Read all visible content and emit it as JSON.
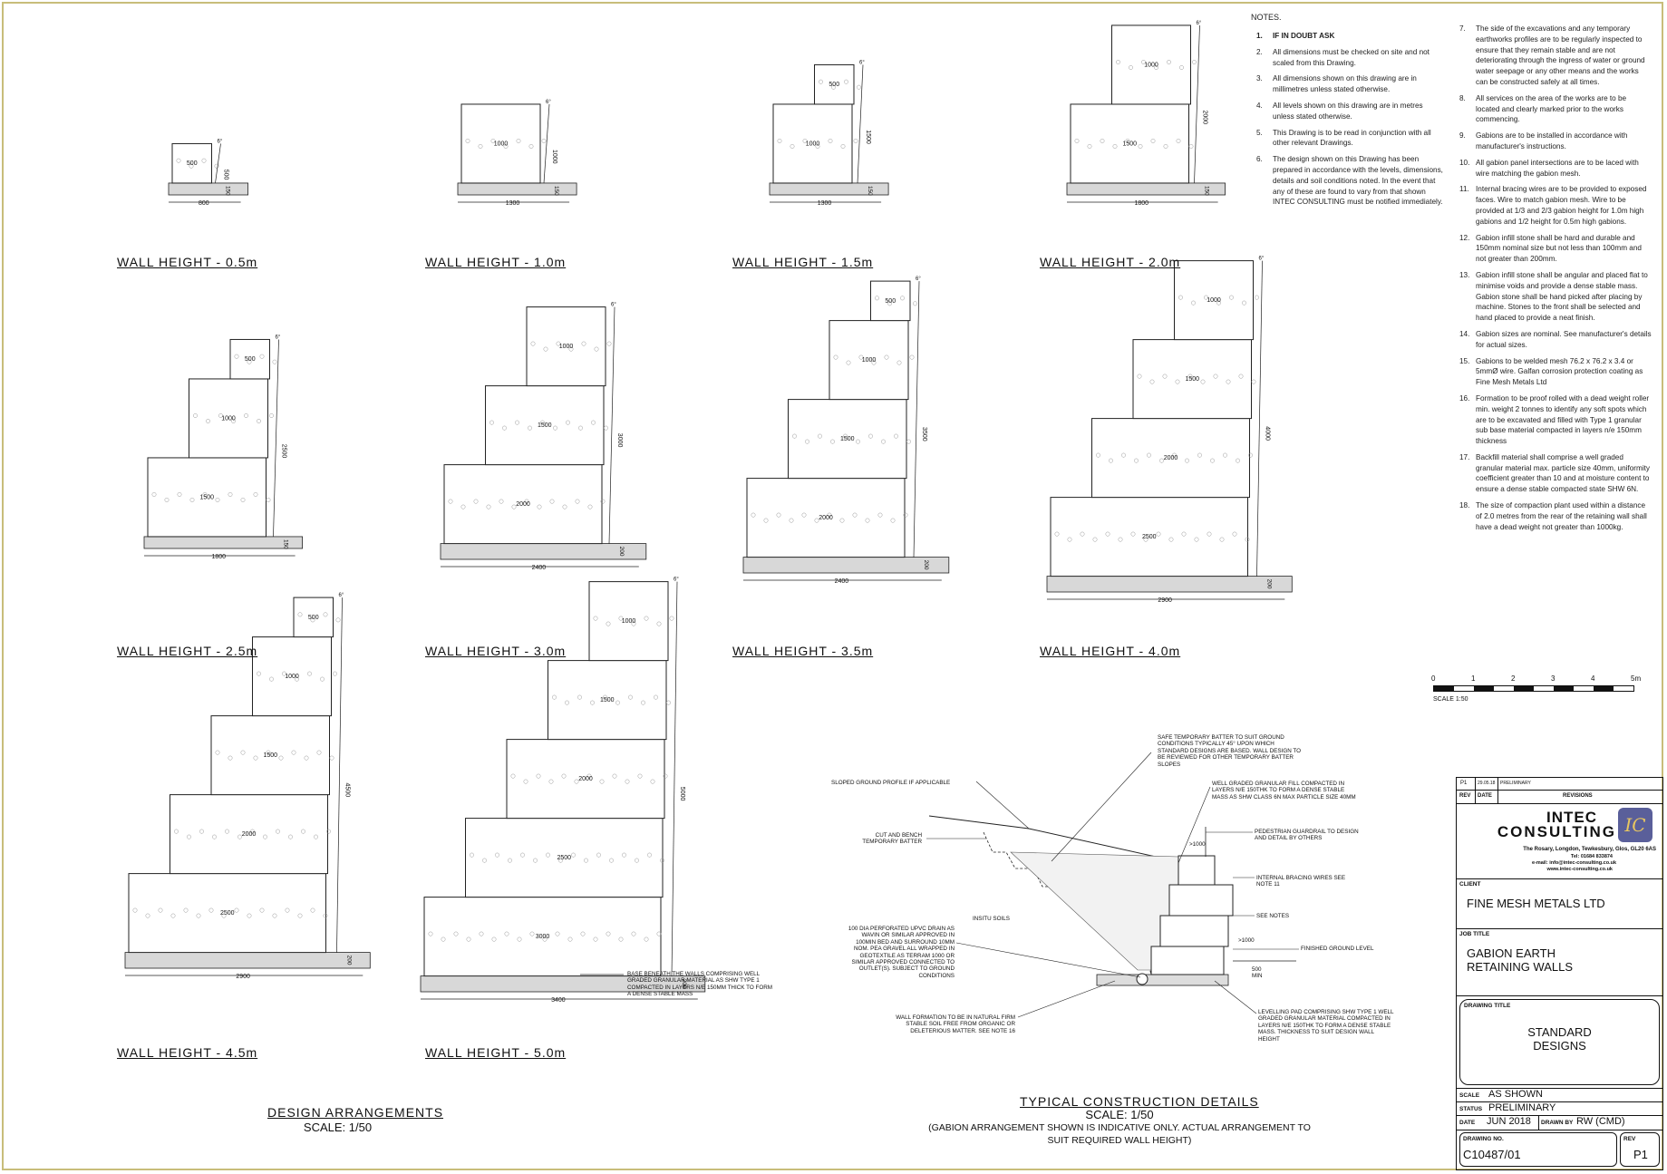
{
  "drawing": {
    "captions": [
      "WALL HEIGHT - 0.5m",
      "WALL HEIGHT - 1.0m",
      "WALL HEIGHT - 1.5m",
      "WALL HEIGHT - 2.0m",
      "WALL HEIGHT - 2.5m",
      "WALL HEIGHT - 3.0m",
      "WALL HEIGHT - 3.5m",
      "WALL HEIGHT - 4.0m",
      "WALL HEIGHT - 4.5m",
      "WALL HEIGHT - 5.0m"
    ],
    "walls": [
      {
        "height_mm": 500,
        "tiers": [
          500
        ],
        "base": 800,
        "pad": 150
      },
      {
        "height_mm": 1000,
        "tiers": [
          1000
        ],
        "base": 1300,
        "pad": 150
      },
      {
        "height_mm": 1500,
        "tiers": [
          500,
          1000
        ],
        "base": 1300,
        "pad": 150
      },
      {
        "height_mm": 2000,
        "tiers": [
          1000,
          1500
        ],
        "base": 1800,
        "pad": 150
      },
      {
        "height_mm": 2500,
        "tiers": [
          500,
          1000,
          1500
        ],
        "base": 1800,
        "pad": 150
      },
      {
        "height_mm": 3000,
        "tiers": [
          1000,
          1500,
          2000
        ],
        "base": 2400,
        "pad": 200
      },
      {
        "height_mm": 3500,
        "tiers": [
          500,
          1000,
          1500,
          2000
        ],
        "base": 2400,
        "pad": 200
      },
      {
        "height_mm": 4000,
        "tiers": [
          1000,
          1500,
          2000,
          2500
        ],
        "base": 2900,
        "pad": 200
      },
      {
        "height_mm": 4500,
        "tiers": [
          500,
          1000,
          1500,
          2000,
          2500
        ],
        "base": 2900,
        "pad": 200
      },
      {
        "height_mm": 5000,
        "tiers": [
          1000,
          1500,
          2000,
          2500,
          3000
        ],
        "base": 3400,
        "pad": 200
      }
    ],
    "step_label": "6°",
    "base_note": "BASE BENEATH THE WALLS COMPRISING WELL GRADED GRANULAR MATERIAL AS SHW TYPE 1 COMPACTED IN LAYERS N/E 150MM THICK TO FORM A DENSE STABLE MASS",
    "design_title": "DESIGN ARRANGEMENTS",
    "design_scale": "SCALE: 1/50",
    "detail_title": "TYPICAL CONSTRUCTION DETAILS",
    "detail_scale": "SCALE: 1/50",
    "detail_note_1": "(GABION ARRANGEMENT SHOWN IS INDICATIVE ONLY. ACTUAL ARRANGEMENT TO",
    "detail_note_2": "SUIT REQUIRED WALL HEIGHT)"
  },
  "detail_annotations": {
    "safe_batter": "SAFE TEMPORARY BATTER TO SUIT GROUND CONDITIONS TYPICALLY 45° UPON WHICH STANDARD DESIGNS ARE BASED. WALL DESIGN TO BE REVIEWED FOR OTHER TEMPORARY BATTER SLOPES",
    "sloped_ground": "SLOPED GROUND PROFILE IF APPLICABLE",
    "fill": "WELL GRADED GRANULAR FILL COMPACTED IN LAYERS N/E 150THK TO FORM A DENSE STABLE MASS AS SHW CLASS 6N MAX PARTICLE SIZE 40mm",
    "cut_bench": "CUT AND BENCH TEMPORARY BATTER",
    "guardrail": "PEDESTRIAN GUARDRAIL TO DESIGN AND DETAIL BY OTHERS",
    "bracing": "INTERNAL BRACING WIRES SEE NOTE 11",
    "insitu": "INSITU SOILS",
    "see_notes": "SEE NOTES",
    "drain": "100 DIA PERFORATED UPVC DRAIN AS WAVIN OR SIMILAR APPROVED IN 100MIN BED AND SURROUND 10mm NOM. PEA GRAVEL ALL WRAPPED IN GEOTEXTILE AS TERRAM 1000 OR SIMILAR APPROVED CONNECTED TO OUTLET(S). SUBJECT TO GROUND CONDITIONS",
    "finished_ground": "FINISHED GROUND LEVEL",
    "formation": "WALL FORMATION TO BE IN NATURAL FIRM STABLE SOIL FREE FROM ORGANIC OR DELETERIOUS MATTER. SEE NOTE 16",
    "levelling_pad": "LEVELLING PAD COMPRISING SHW TYPE 1 WELL GRADED GRANULAR MATERIAL COMPACTED IN LAYERS N/E 150THK TO FORM A DENSE STABLE MASS. THICKNESS TO SUIT DESIGN WALL HEIGHT",
    "dim_1000a": ">1000",
    "dim_1000b": ">1000",
    "dim_500": "500 MIN"
  },
  "notes": {
    "heading": "NOTES.",
    "items": [
      {
        "n": "1.",
        "t": "IF IN DOUBT ASK",
        "bold": true
      },
      {
        "n": "2.",
        "t": "All dimensions must be checked on site and not scaled from this Drawing."
      },
      {
        "n": "3.",
        "t": "All dimensions shown on this drawing are in millimetres unless stated otherwise."
      },
      {
        "n": "4.",
        "t": "All levels shown on this drawing are in metres unless stated otherwise."
      },
      {
        "n": "5.",
        "t": "This Drawing is to be read in conjunction with all other relevant Drawings."
      },
      {
        "n": "6.",
        "t": "The design shown on this Drawing has been prepared in accordance with the levels, dimensions, details and soil conditions noted. In the event that any of these are found to vary from that shown INTEC CONSULTING must be notified immediately."
      },
      {
        "n": "7.",
        "t": "The side of the excavations and any temporary earthworks profiles are to be regularly inspected to ensure that they remain stable and are not deteriorating through the ingress of water or ground water seepage or any other means and the works can be constructed safely at all times."
      },
      {
        "n": "8.",
        "t": "All services on the area of the works are to be located and clearly marked prior to the works commencing."
      },
      {
        "n": "9.",
        "t": "Gabions are to be installed in accordance with manufacturer's instructions."
      },
      {
        "n": "10.",
        "t": "All gabion panel intersections are to be laced with wire matching the gabion mesh."
      },
      {
        "n": "11.",
        "t": "Internal bracing wires are to be provided to exposed faces. Wire to match gabion mesh. Wire to be provided at 1/3 and 2/3 gabion height for 1.0m high gabions and 1/2 height for 0.5m high gabions."
      },
      {
        "n": "12.",
        "t": "Gabion infill stone shall be hard and durable and 150mm nominal size but not less than 100mm and not greater than 200mm."
      },
      {
        "n": "13.",
        "t": "Gabion infill stone shall be angular and placed flat to minimise voids and provide a dense stable mass. Gabion stone shall be hand picked after placing by machine. Stones to the front shall be selected and hand placed to provide a neat finish."
      },
      {
        "n": "14.",
        "t": "Gabion sizes are nominal. See manufacturer's details for actual sizes."
      },
      {
        "n": "15.",
        "t": "Gabions to be welded mesh 76.2 x 76.2 x 3.4 or 5mmØ wire. Galfan corrosion protection coating as Fine Mesh Metals Ltd"
      },
      {
        "n": "16.",
        "t": "Formation to be proof rolled with a dead weight roller min. weight 2 tonnes to identify any soft spots which are to be excavated and filled with Type 1 granular sub base material compacted in layers n/e 150mm thickness"
      },
      {
        "n": "17.",
        "t": "Backfill material shall comprise a well graded granular material max. particle size 40mm, uniformity coefficient greater than 10 and at moisture content to ensure a dense stable compacted state SHW 6N."
      },
      {
        "n": "18.",
        "t": "The size of compaction plant used within a distance of 2.0 metres from the rear of the retaining wall shall have a dead weight not greater than 1000kg."
      }
    ]
  },
  "scale_bar": {
    "ticks": [
      "0",
      "1",
      "2",
      "3",
      "4",
      "5m"
    ],
    "label": "SCALE 1:50"
  },
  "title_block": {
    "rev_row": {
      "rev": "P1",
      "date": "29.05.18",
      "desc": "PRELIMINARY"
    },
    "rev_header": {
      "rev": "REV",
      "date": "DATE",
      "desc": "REVISIONS"
    },
    "company_line1": "INTEC",
    "company_line2": "CONSULTING",
    "logo_text": "IC",
    "address": "The Rosary, Longdon, Tewkesbury, Glos, GL20 6AS",
    "tel": "Tel: 01684 833874",
    "email": "e-mail: info@intec-consulting.co.uk",
    "web": "www.intec-consulting.co.uk",
    "client_label": "CLIENT",
    "client": "FINE MESH METALS LTD",
    "job_label": "JOB TITLE",
    "job_line1": "GABION EARTH",
    "job_line2": "RETAINING WALLS",
    "drawing_title_label": "DRAWING TITLE",
    "drawing_title_1": "STANDARD",
    "drawing_title_2": "DESIGNS",
    "scale_label": "SCALE",
    "scale": "AS SHOWN",
    "status_label": "STATUS",
    "status": "PRELIMINARY",
    "date_label": "DATE",
    "date": "JUN 2018",
    "drawn_label": "DRAWN BY",
    "drawn": "RW (CMD)",
    "drawing_no_label": "DRAWING NO.",
    "drawing_no": "C10487/01",
    "rev_label": "REV",
    "rev": "P1"
  }
}
